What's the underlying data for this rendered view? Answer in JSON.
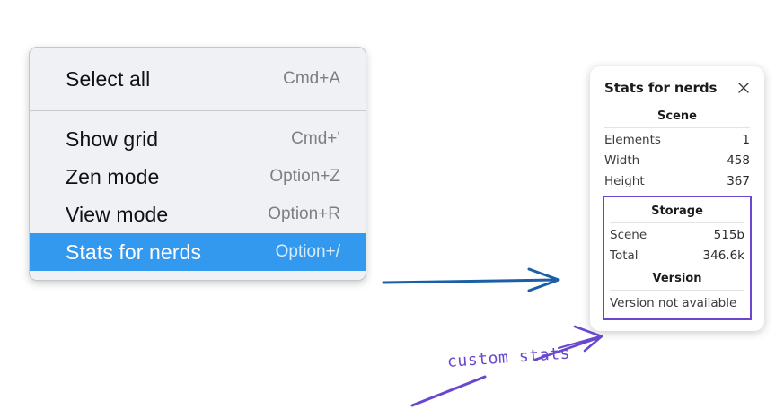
{
  "context_menu": {
    "groups": [
      {
        "items": [
          {
            "label": "Select all",
            "shortcut": "Cmd+A",
            "selected": false
          }
        ]
      },
      {
        "items": [
          {
            "label": "Show grid",
            "shortcut": "Cmd+'",
            "selected": false
          },
          {
            "label": "Zen mode",
            "shortcut": "Option+Z",
            "selected": false
          },
          {
            "label": "View mode",
            "shortcut": "Option+R",
            "selected": false
          },
          {
            "label": "Stats for nerds",
            "shortcut": "Option+/",
            "selected": true
          }
        ]
      }
    ],
    "selected_item_label": "Stats for nerds",
    "selected_item_shortcut": "Option+/",
    "highlight_color": "#3399ef",
    "background_color": "#eff1f4"
  },
  "stats_panel": {
    "title": "Stats for nerds",
    "close_icon": "close-icon",
    "sections": [
      {
        "name": "scene",
        "heading": "Scene",
        "highlighted": false,
        "rows": [
          {
            "label": "Elements",
            "value": "1"
          },
          {
            "label": "Width",
            "value": "458"
          },
          {
            "label": "Height",
            "value": "367"
          }
        ]
      },
      {
        "name": "storage",
        "heading": "Storage",
        "highlighted": true,
        "rows": [
          {
            "label": "Scene",
            "value": "515b"
          },
          {
            "label": "Total",
            "value": "346.6k"
          }
        ]
      },
      {
        "name": "version",
        "heading": "Version",
        "highlighted": true,
        "plain_text": "Version not available"
      }
    ],
    "highlight_border_color": "#6a47cf"
  },
  "annotations": {
    "blue_arrow": {
      "name": "menu-to-panel-arrow",
      "color": "#1a5fa8"
    },
    "custom_stats_label": {
      "text": "custom stats",
      "color": "#6a47cf"
    },
    "purple_arrow": {
      "name": "custom-stats-pointer-arrow",
      "color": "#6a47cf"
    },
    "purple_stroke": {
      "name": "custom-stats-underline-stroke",
      "color": "#6a47cf"
    }
  }
}
